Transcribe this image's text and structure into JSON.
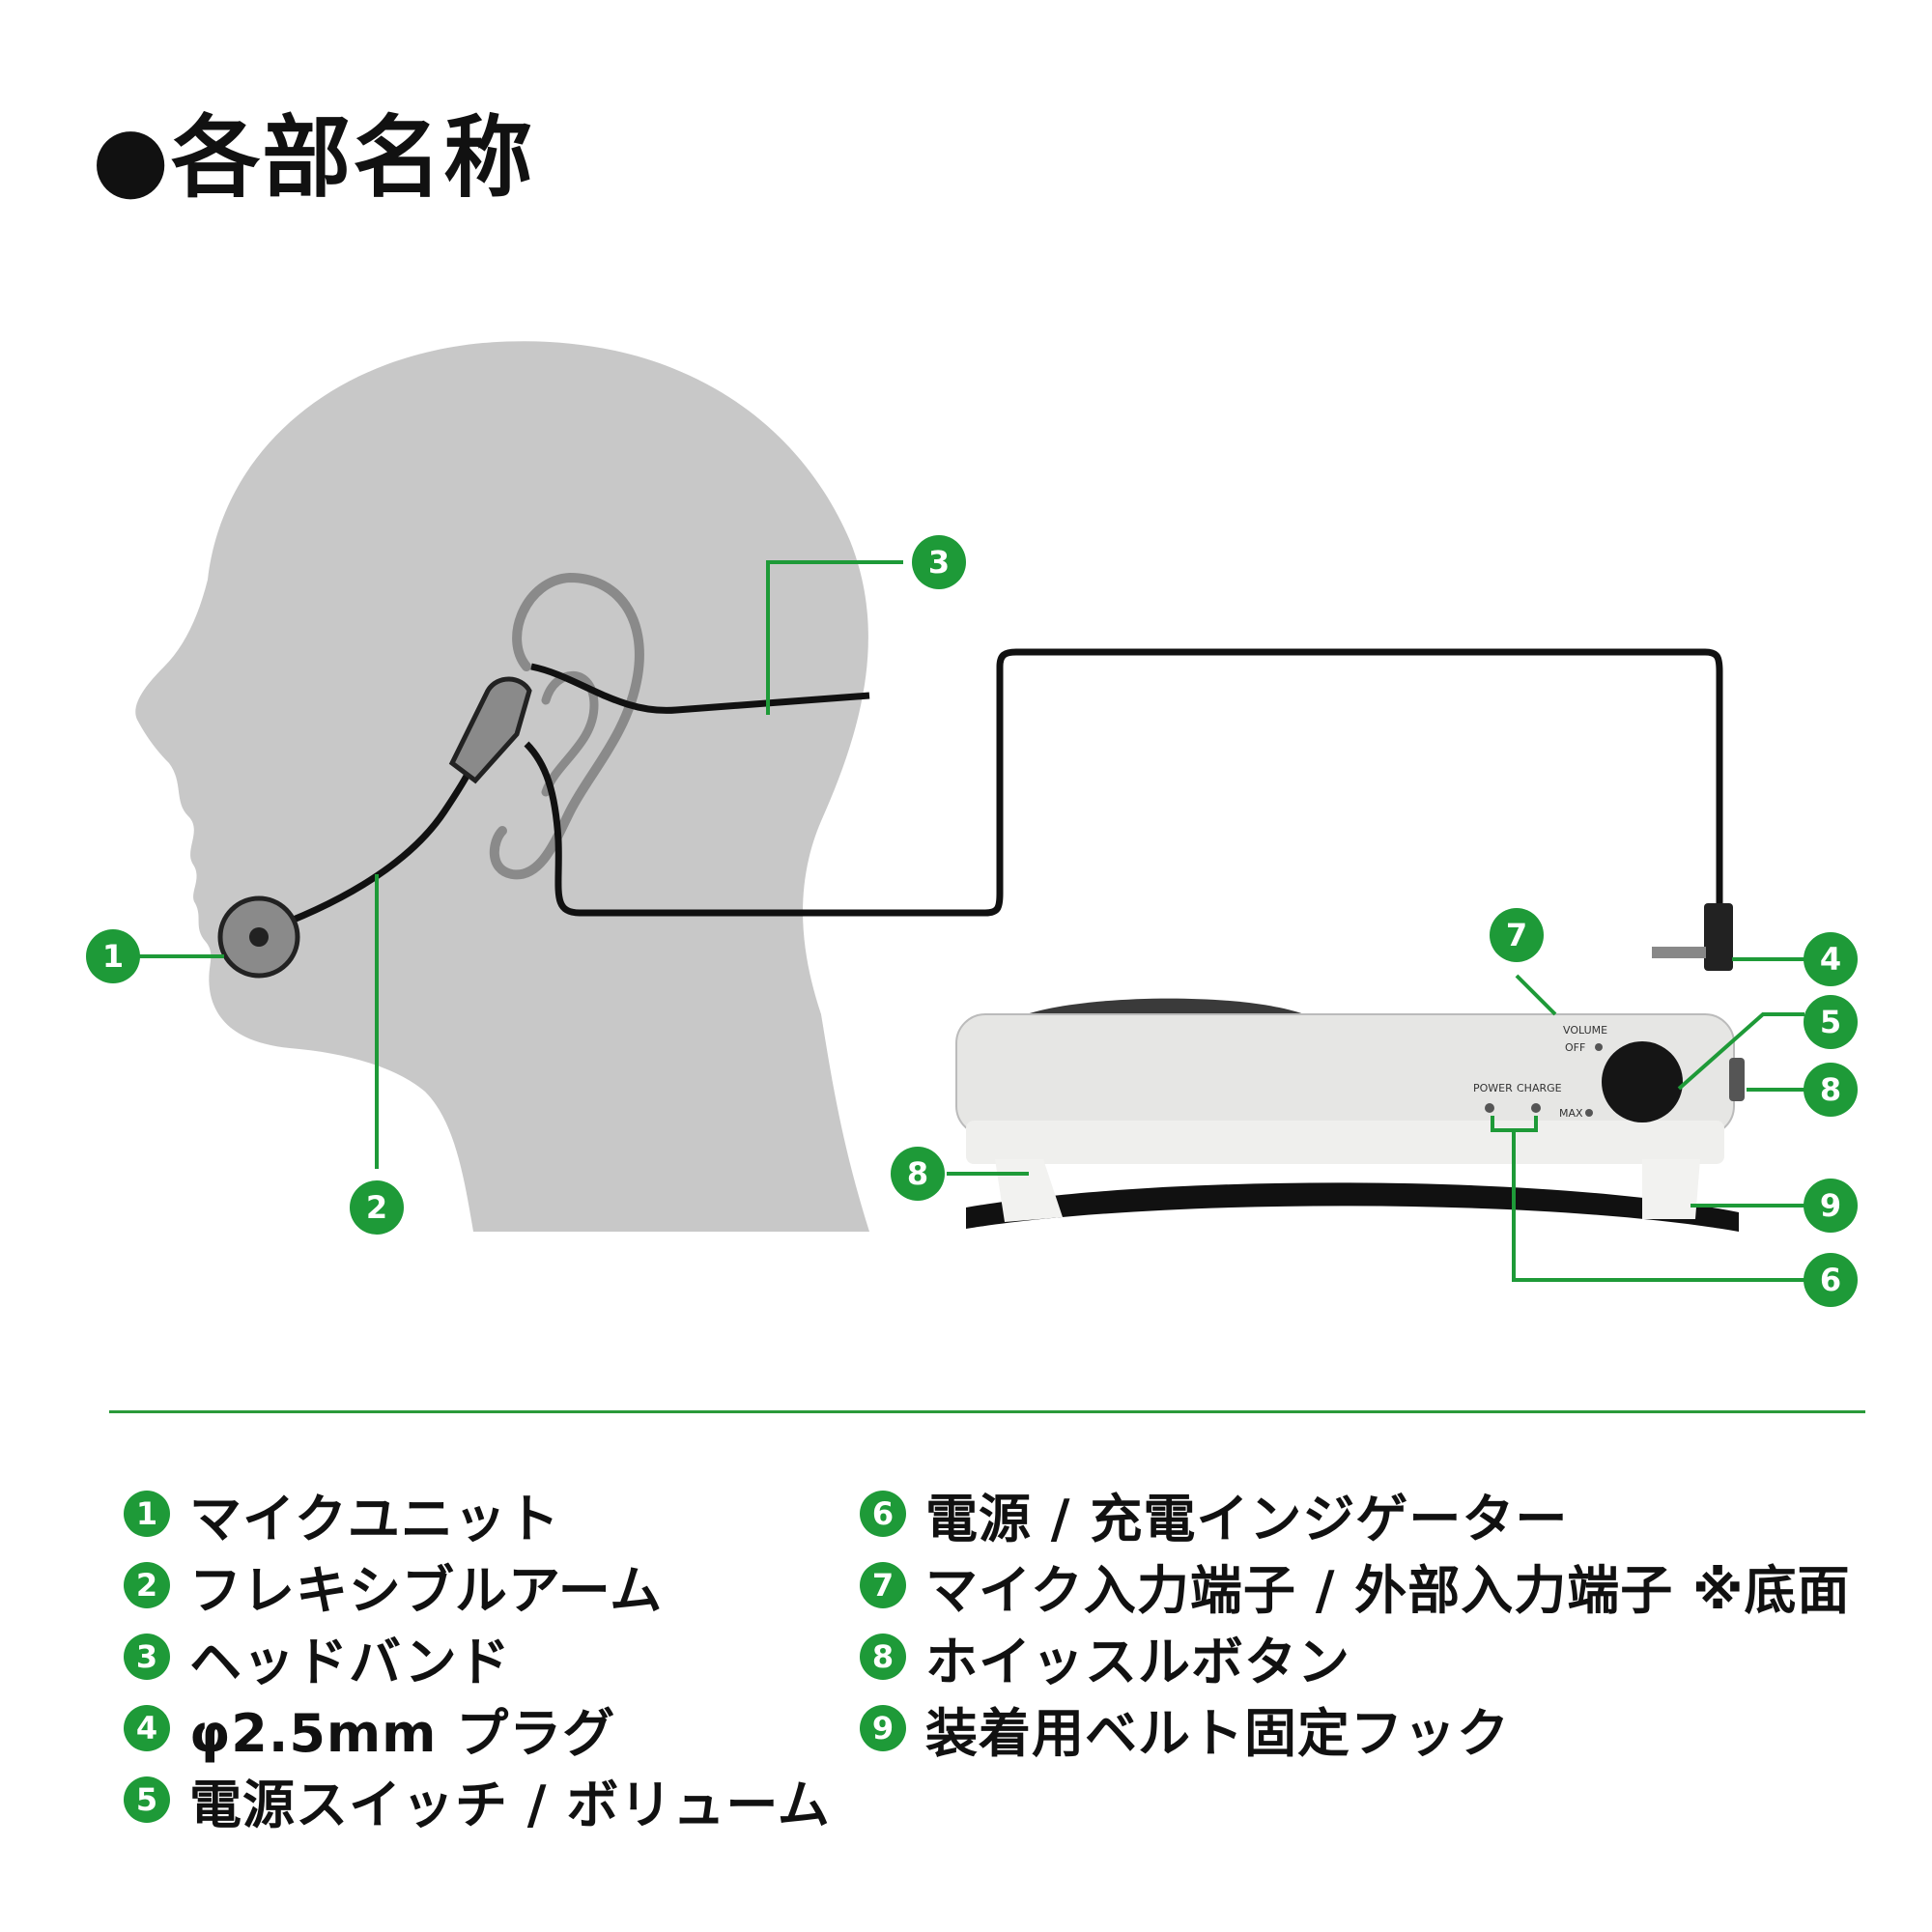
{
  "title": "●各部名称",
  "callouts": [
    "1",
    "2",
    "3",
    "4",
    "5",
    "6",
    "7",
    "8",
    "8",
    "9"
  ],
  "device_panel": {
    "volume": "VOLUME",
    "off": "OFF",
    "max": "MAX",
    "power": "POWER",
    "charge": "CHARGE"
  },
  "legend": {
    "left": [
      {
        "num": "1",
        "label": "マイクユニット"
      },
      {
        "num": "2",
        "label": "フレキシブルアーム"
      },
      {
        "num": "3",
        "label": "ヘッドバンド"
      },
      {
        "num": "4",
        "label": "φ2.5mm プラグ"
      },
      {
        "num": "5",
        "label": "電源スイッチ / ボリューム"
      }
    ],
    "right": [
      {
        "num": "6",
        "label": "電源 / 充電インジゲーター"
      },
      {
        "num": "7",
        "label": "マイク入力端子 / 外部入力端子 ※底面"
      },
      {
        "num": "8",
        "label": "ホイッスルボタン"
      },
      {
        "num": "9",
        "label": "装着用ベルト固定フック"
      }
    ]
  },
  "colors": {
    "accent": "#1e9a38",
    "head": "#c8c8c8",
    "cable": "#111111"
  }
}
